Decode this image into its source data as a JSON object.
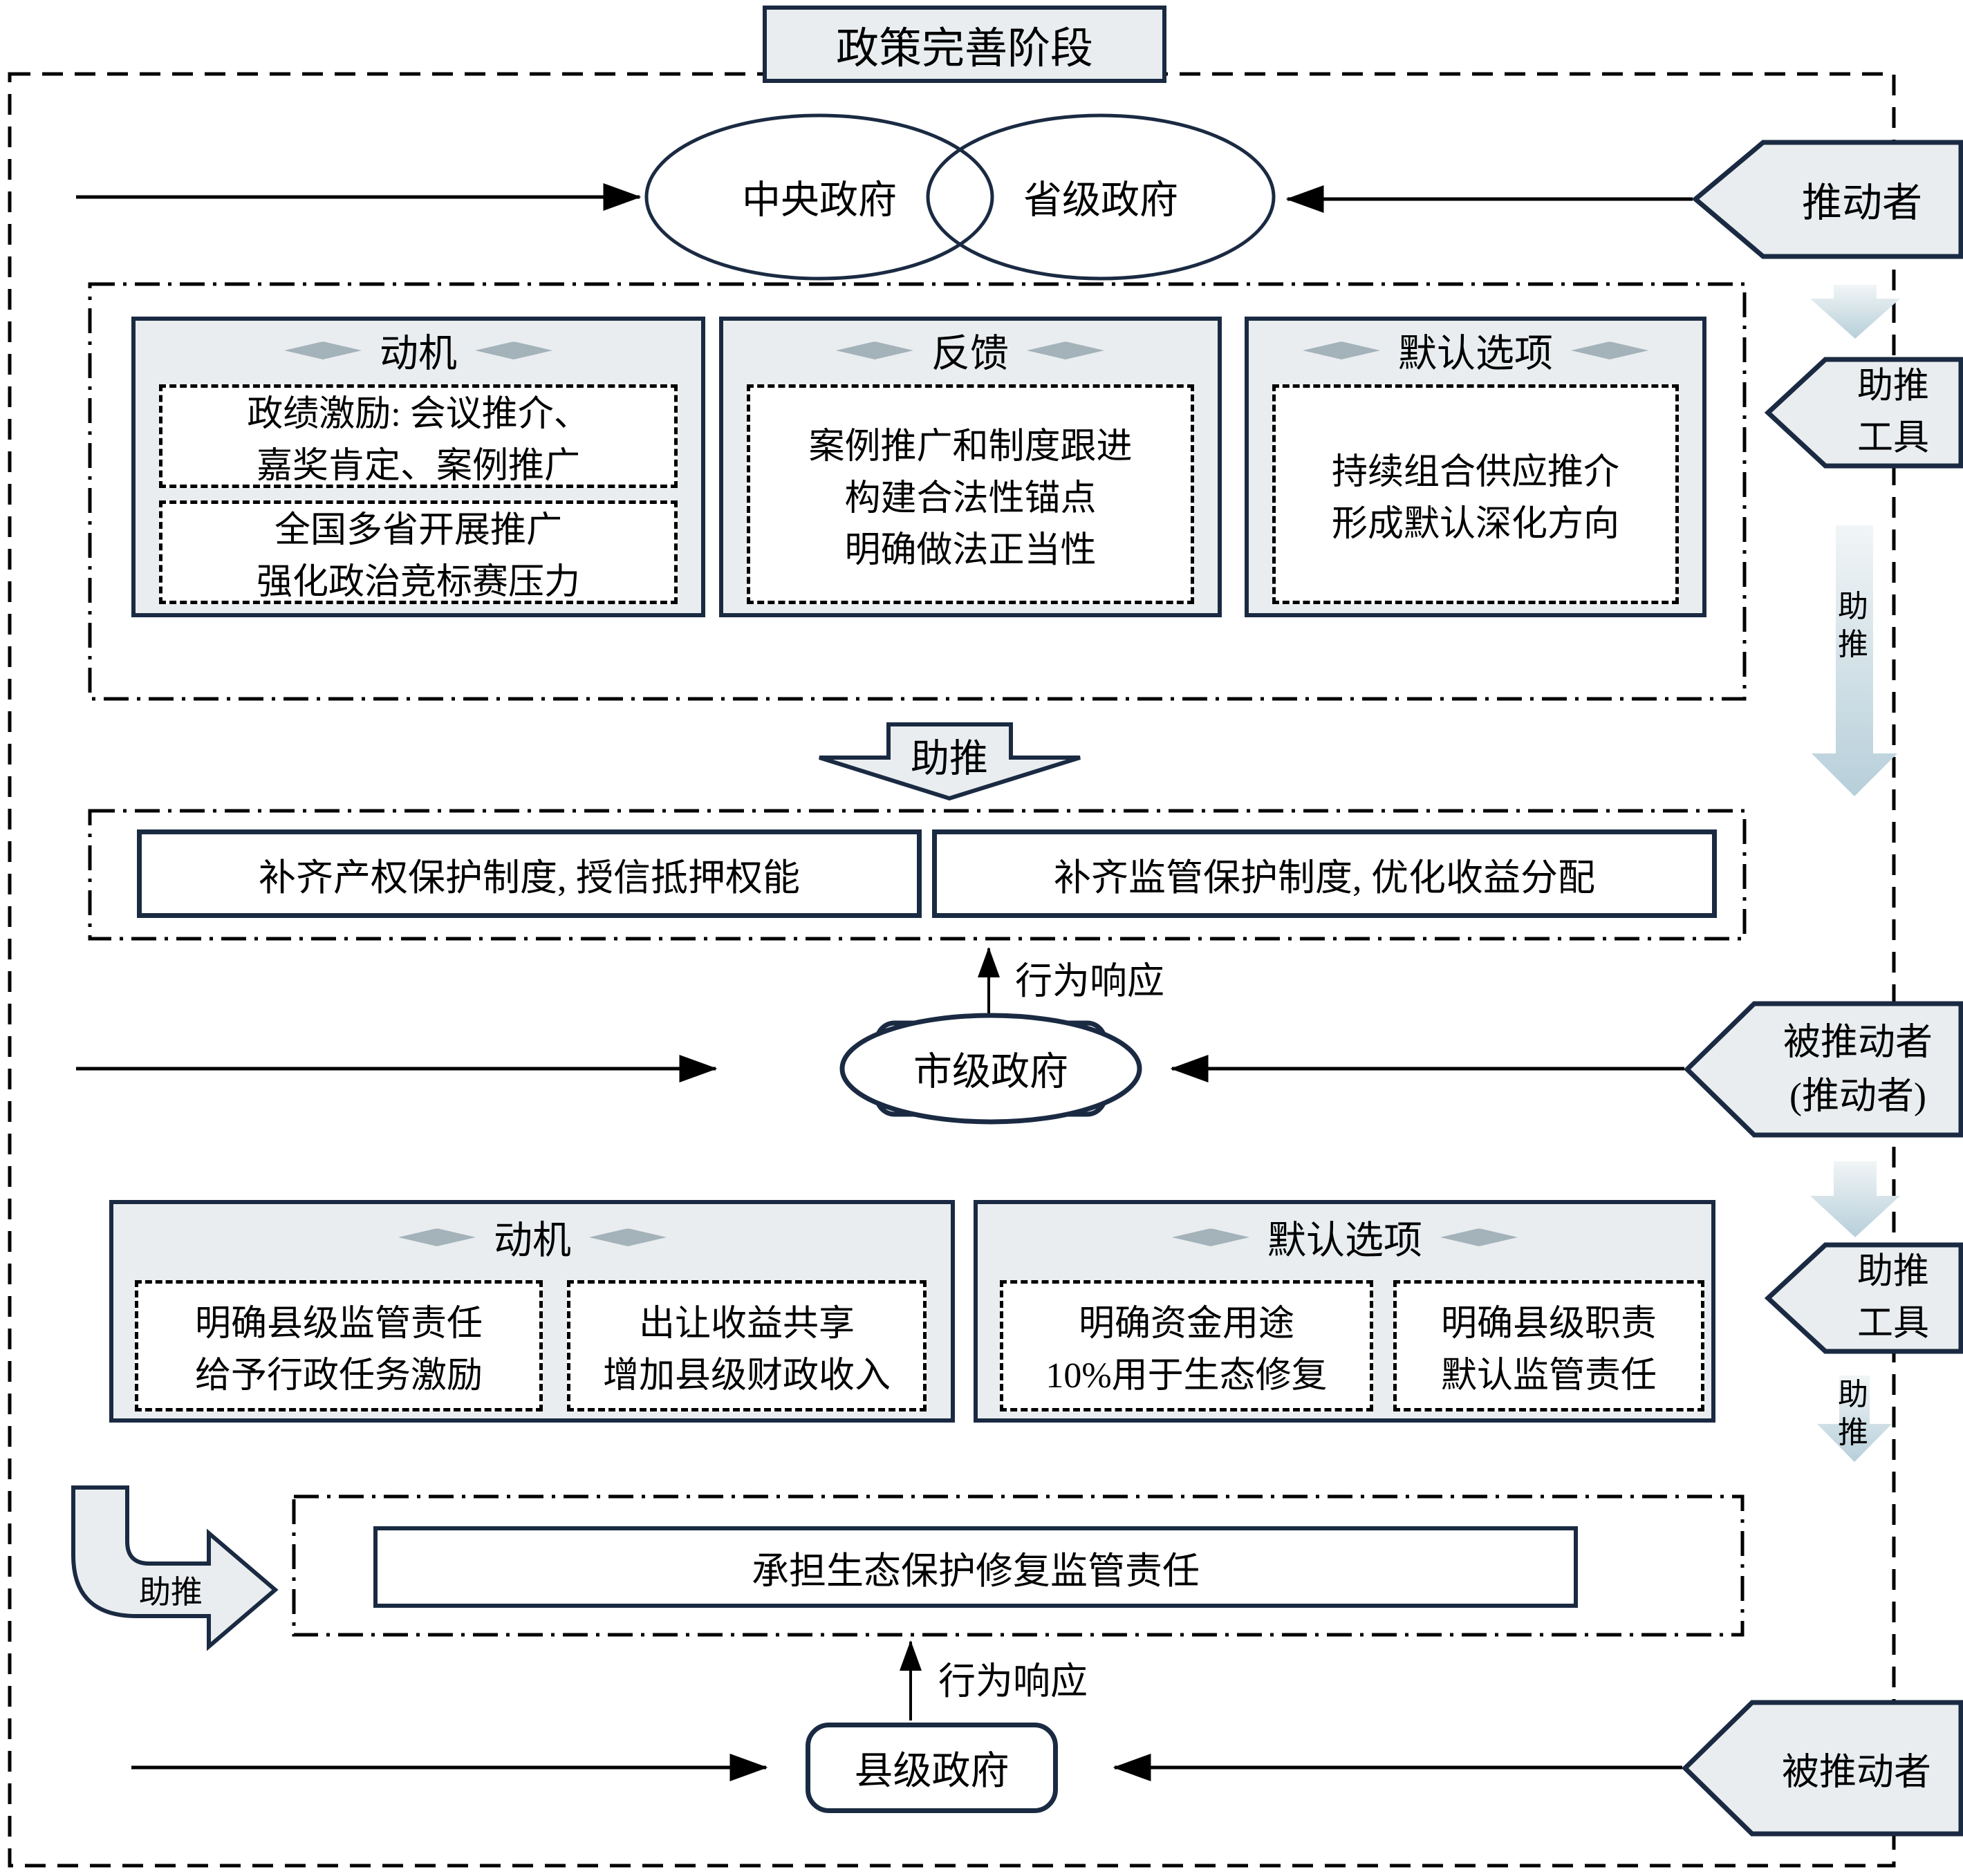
{
  "title": "政策完善阶段",
  "colors": {
    "line": "#1a2a42",
    "node_fill": "#e9edef",
    "diamond": "#a4b2ba",
    "arrow_gradient_start": "#f1f5f6",
    "arrow_gradient_end": "#b7cfda"
  },
  "nodes": {
    "central_gov": "中央政府",
    "provincial_gov": "省级政府",
    "municipal_gov": "市级政府",
    "county_gov": "县级政府",
    "pusher": "推动者",
    "pushed_pusher_line1": "被推动者",
    "pushed_pusher_line2": "(推动者)",
    "pushed": "被推动者",
    "nudge_tool_line1": "助推",
    "nudge_tool_line2": "工具"
  },
  "labels": {
    "nudge": "助推",
    "behavior_response": "行为响应"
  },
  "panel_top": {
    "motivation": {
      "title": "动机",
      "box1": [
        "政绩激励: 会议推介、",
        "嘉奖肯定、案例推广"
      ],
      "box2": [
        "全国多省开展推广",
        "强化政治竞标赛压力"
      ]
    },
    "feedback": {
      "title": "反馈",
      "box1": [
        "案例推广和制度跟进",
        "构建合法性锚点",
        "明确做法正当性"
      ]
    },
    "default_option": {
      "title": "默认选项",
      "box1": [
        "持续组合供应推介",
        "形成默认深化方向"
      ]
    }
  },
  "policy_boxes": {
    "left": "补齐产权保护制度, 授信抵押权能",
    "right": "补齐监管保护制度, 优化收益分配"
  },
  "panel_bottom": {
    "motivation": {
      "title": "动机",
      "box1": [
        "明确县级监管责任",
        "给予行政任务激励"
      ],
      "box2": [
        "出让收益共享",
        "增加县级财政收入"
      ]
    },
    "default_option": {
      "title": "默认选项",
      "box1": [
        "明确资金用途",
        "10%用于生态修复"
      ],
      "box2": [
        "明确县级职责",
        "默认监管责任"
      ]
    }
  },
  "county_duty_box": "承担生态保护修复监管责任"
}
